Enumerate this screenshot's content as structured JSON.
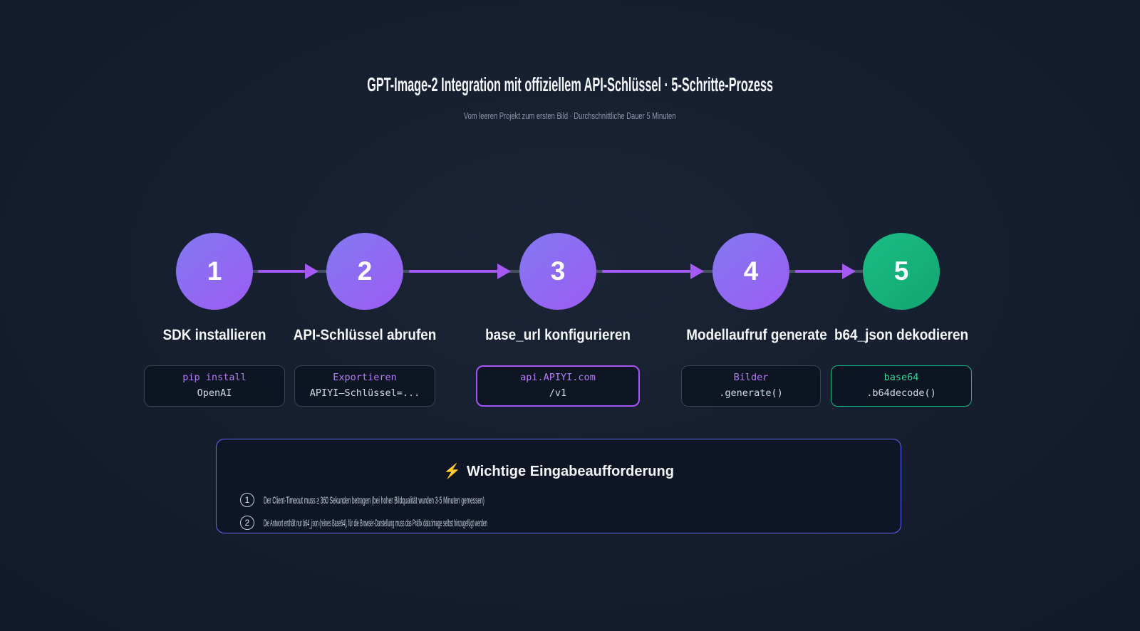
{
  "page": {
    "title": "GPT-Image-2 Integration mit offiziellem API-Schlüssel · 5-Schritte-Prozess",
    "subtitle": "Vom leeren Projekt zum ersten Bild · Durchschnittliche Dauer 5 Minuten"
  },
  "colors": {
    "accent_purple": "#a855f7",
    "accent_green": "#10b981",
    "panel_border": "#6366f1",
    "background": "#121a29"
  },
  "steps": [
    {
      "num": "1",
      "label": "SDK installieren",
      "code_line1": "pip install",
      "code_line2": "OpenAI"
    },
    {
      "num": "2",
      "label": "API-Schlüssel abrufen",
      "code_line1": "Exportieren",
      "code_line2": "APIYI–Schlüssel=..."
    },
    {
      "num": "3",
      "label": "base_url konfigurieren",
      "code_line1": "api.APIYI.com",
      "code_line2": "/v1"
    },
    {
      "num": "4",
      "label": "Modellaufruf generate",
      "code_line1": "Bilder",
      "code_line2": ".generate()"
    },
    {
      "num": "5",
      "label": "b64_json dekodieren",
      "code_line1": "base64",
      "code_line2": ".b64decode()"
    }
  ],
  "note_panel": {
    "icon_glyph": "⚡",
    "title": "Wichtige Eingabeaufforderung",
    "items": [
      {
        "num": "1",
        "text": "Der Client-Timeout muss ≥ 360 Sekunden betragen (bei hoher Bildqualität wurden 3-5 Minuten gemessen)"
      },
      {
        "num": "2",
        "text": "Die Antwort enthält nur b64_json (reines Base64), für die Browser-Darstellung muss das Präfix data:image selbst hinzugefügt werden"
      }
    ]
  }
}
